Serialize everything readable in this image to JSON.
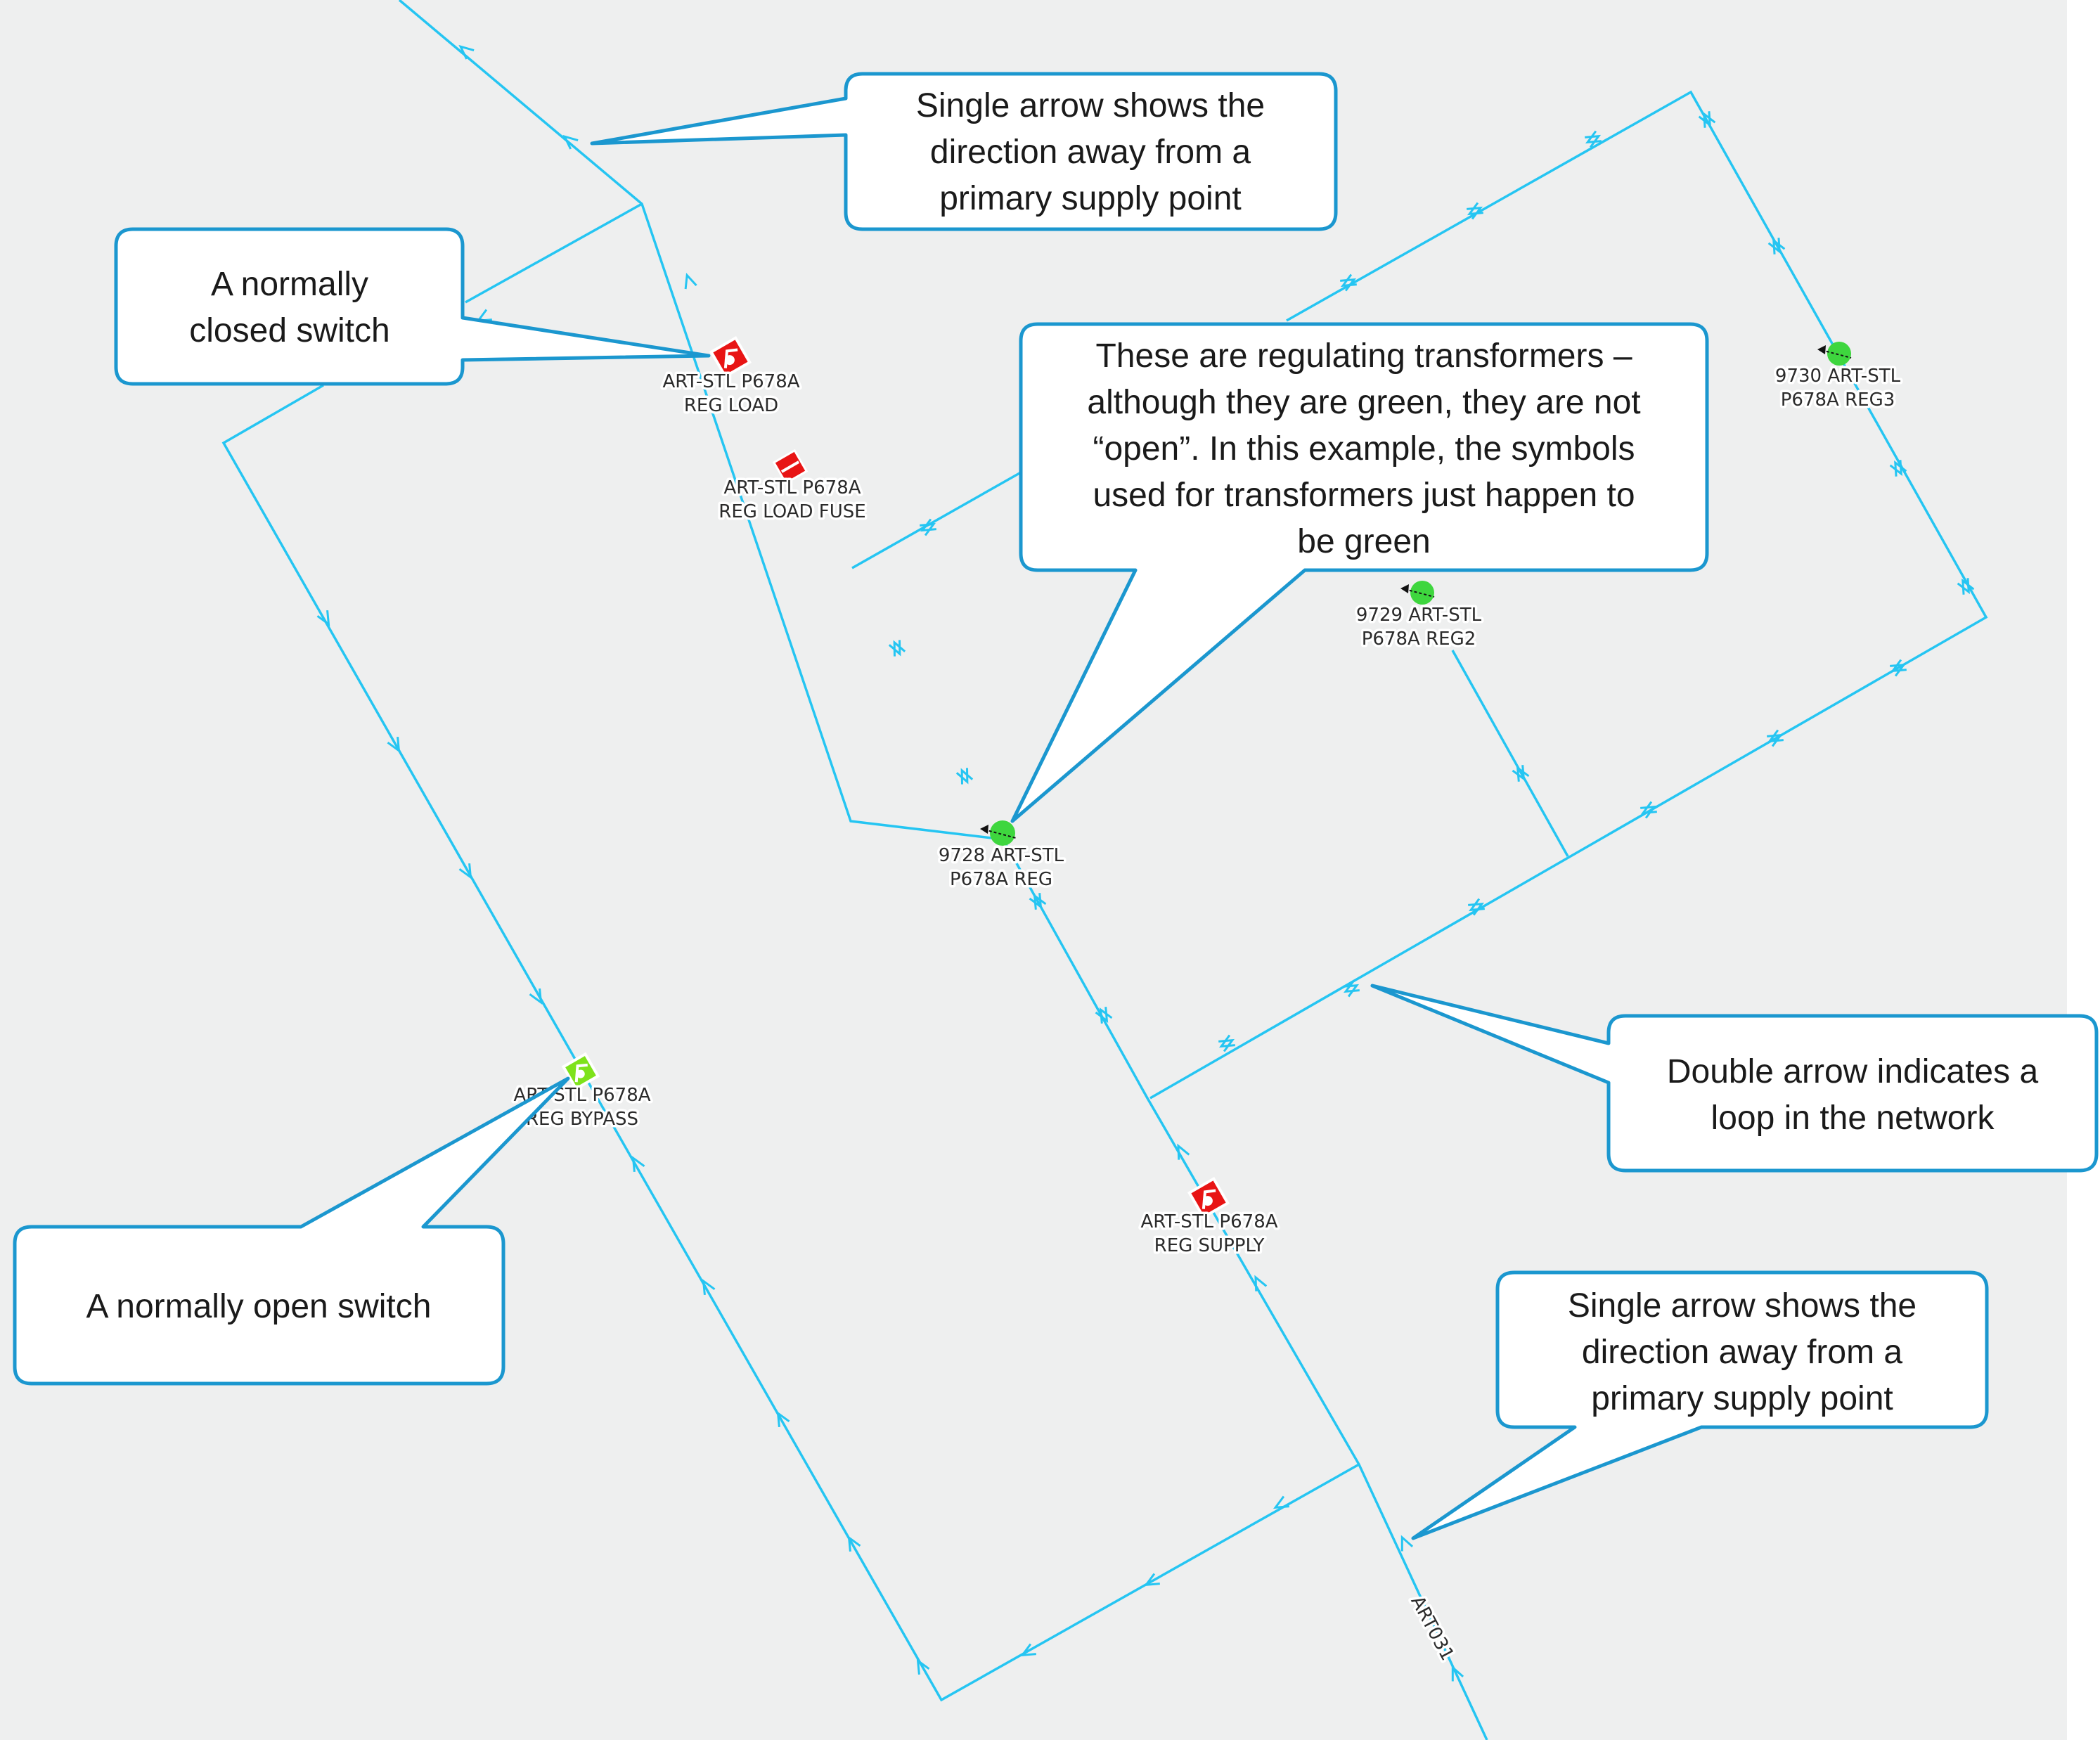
{
  "diagram": {
    "devices": {
      "reg_load": {
        "line1": "ART-STL P678A",
        "line2": "REG LOAD",
        "icon": "closed-switch-icon",
        "color": "#e81414"
      },
      "reg_load_fuse": {
        "line1": "ART-STL P678A",
        "line2": "REG LOAD FUSE",
        "icon": "fuse-icon",
        "color": "#e81414"
      },
      "reg_bypass": {
        "line1": "ART-STL P678A",
        "line2": "REG BYPASS",
        "icon": "open-switch-icon",
        "color": "#7ee21b"
      },
      "reg_supply": {
        "line1": "ART-STL P678A",
        "line2": "REG SUPPLY",
        "icon": "closed-switch-icon",
        "color": "#e81414"
      },
      "reg1": {
        "line1": "9728 ART-STL",
        "line2": "P678A REG",
        "icon": "regulating-transformer-icon",
        "color": "#3ed63e"
      },
      "reg2": {
        "line1": "9729 ART-STL",
        "line2": "P678A REG2",
        "icon": "regulating-transformer-icon",
        "color": "#3ed63e"
      },
      "reg3": {
        "line1": "9730 ART-STL",
        "line2": "P678A REG3",
        "icon": "regulating-transformer-icon",
        "color": "#3ed63e"
      }
    },
    "feeder_label": "ART031",
    "colors": {
      "line": "#25c5f2",
      "callout_border": "#1b97cf",
      "background": "#eeefef"
    }
  },
  "callouts": {
    "single_arrow_top": [
      "Single arrow shows the",
      "direction away from a",
      "primary supply point"
    ],
    "closed_switch": [
      "A normally",
      "closed switch"
    ],
    "regulating_transformers": [
      "These are regulating transformers –",
      "although they are green, they are not",
      "“open”. In this example, the symbols",
      "used for transformers just happen to",
      "be green"
    ],
    "double_arrow": [
      "Double arrow indicates a",
      "loop in the network"
    ],
    "open_switch": [
      "A normally open switch"
    ],
    "single_arrow_bottom": [
      "Single arrow shows the",
      "direction away from a",
      "primary supply point"
    ]
  }
}
